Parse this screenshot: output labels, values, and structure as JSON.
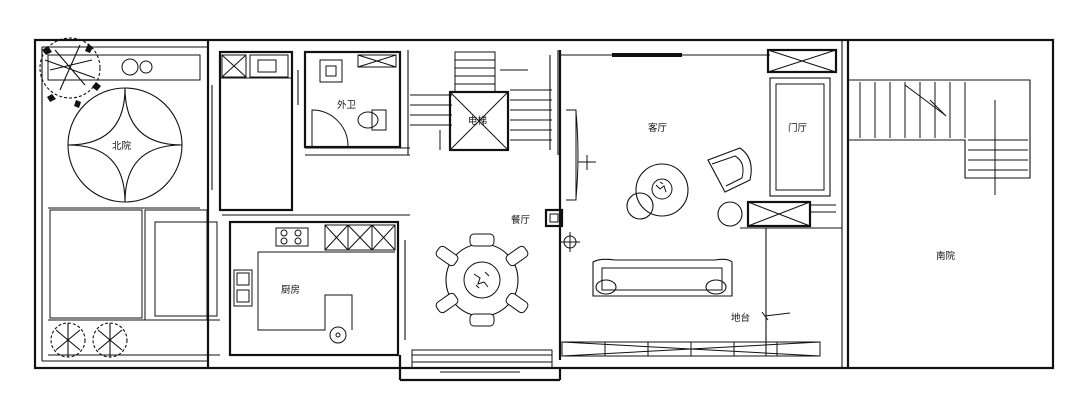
{
  "rooms": {
    "north_yard": "北院",
    "guest_bath": "外卫",
    "elevator": "电梯",
    "living_room": "客厅",
    "foyer": "门厅",
    "dining_room": "餐厅",
    "kitchen": "厨房",
    "terrace": "地台",
    "south_yard": "南院"
  },
  "colors": {
    "line": "#111111",
    "background": "#ffffff"
  }
}
